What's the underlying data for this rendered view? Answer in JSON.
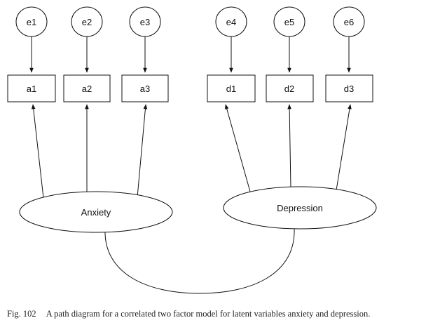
{
  "errors": [
    "e1",
    "e2",
    "e3",
    "e4",
    "e5",
    "e6"
  ],
  "indicators": [
    "a1",
    "a2",
    "a3",
    "d1",
    "d2",
    "d3"
  ],
  "factors": [
    "Anxiety",
    "Depression"
  ],
  "caption": {
    "number": "Fig. 102",
    "text": "A path diagram for a correlated two factor model for latent variables anxiety and depression."
  }
}
